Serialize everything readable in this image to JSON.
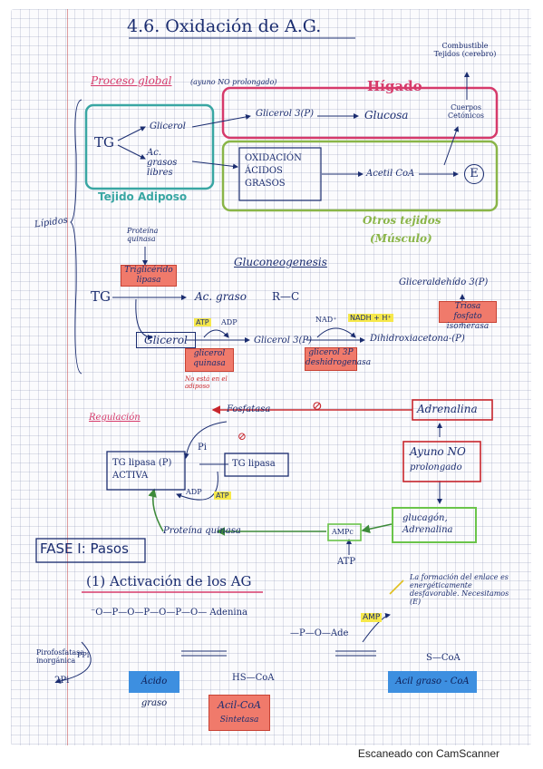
{
  "title": "4.6. Oxidación de A.G.",
  "overview": {
    "heading": "Proceso global",
    "note": "(ayuno NO prolongado)",
    "liver": "Hígado",
    "adipose": "Tejido Adiposo",
    "other_tissues": "Otros tejidos",
    "muscle": "(Músculo)",
    "lipids": "Lípidos",
    "tg": "TG",
    "glycerol": "Glicerol",
    "fatty_acids": "Ac. grasos libres",
    "glycerol3p": "Glicerol 3(P)",
    "glucose": "Glucosa",
    "oxidation_box": [
      "OXIDACIÓN",
      "ÁCIDOS",
      "GRASOS"
    ],
    "acetyl_coa": "Acetil CoA",
    "ketone_bodies": "Cuerpos Cetónicos",
    "fuel": "Combustible Tejidos (cerebro)",
    "energy": "E"
  },
  "gluconeogenesis": {
    "heading": "Gluconeogenesis",
    "protein_kinase": "Proteína quinasa",
    "tg_lipase": "Triglicérido lipasa",
    "tg": "TG",
    "fatty_acid": "Ac. graso",
    "rcooh": "R—C",
    "glycerol": "Glicerol",
    "atp": "ATP",
    "adp": "ADP",
    "glycerol3p": "Glicerol 3(P)",
    "glycerol_kinase": "glicerol quinasa",
    "not_in_adipose": "No está en el adiposo",
    "nad": "NAD⁺",
    "nadh": "NADH + H⁺",
    "g3p_dehydrogenase": "glicerol 3P deshidrogenasa",
    "dhap": "Dihidroxiacetona-(P)",
    "gad3p": "Gliceraldehído 3(P)",
    "tpi": "Triosa fosfato isomerasa"
  },
  "regulation": {
    "heading": "Regulación",
    "phosphatase": "Fosfatasa",
    "tg_lipase_active": [
      "TG lipasa (P)",
      "ACTIVA"
    ],
    "tg_lipase": "TG lipasa",
    "pi": "Pi",
    "adp": "ADP",
    "atp": "ATP",
    "adrenaline": "Adrenalina",
    "fasting": [
      "Ayuno NO",
      "prolongado"
    ],
    "glucagon": [
      "glucagón,",
      "Adrenalina"
    ],
    "amp_c": "AMPc",
    "atp_bottom": "ATP",
    "protein_kinase": "Proteína quinasa",
    "inhibit": "⊘"
  },
  "phase": {
    "heading": "FASE I: Pasos",
    "step": "(1) Activación de los AG",
    "atp_chain": "⁻O—P—O—P—O—P—O— Adenina",
    "intermediate": "—P—O—Ade",
    "pyrophosphatase": "Pirofosfatasa inorgánica",
    "pyrophosphate": "PPi",
    "two_pi": "2Pi",
    "fatty_acid_label": "Ácido graso",
    "hs_coa": "HS—CoA",
    "acyl_coa_synthase": [
      "Acil-CoA",
      "Sintetasa"
    ],
    "amp": "AMP",
    "acyl_coa": "Acil graso - CoA",
    "r_c_scoa": "S—CoA",
    "note": "La formación del enlace es energéticamente desfavorable. Necesitamos (E)"
  },
  "footer": "Escaneado con CamScanner"
}
